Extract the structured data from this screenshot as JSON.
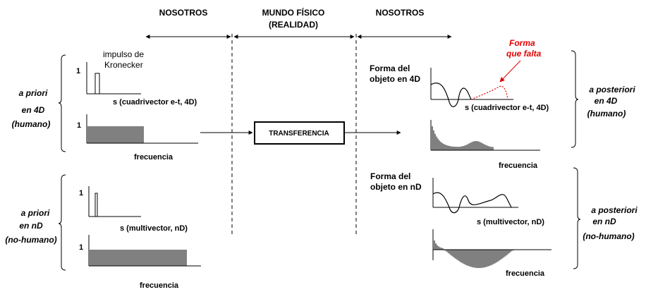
{
  "header": {
    "left": "NOSOTROS",
    "center_line1": "MUNDO FÍSICO",
    "center_line2": "(REALIDAD)",
    "right": "NOSOTROS"
  },
  "left_top": {
    "side_label_1": "a priori",
    "side_label_2": "en 4D",
    "side_label_3": "(humano)",
    "impulse_label_1": "impulso de",
    "impulse_label_2": "Kronecker",
    "plot1_ytick": "1",
    "plot1_xlabel": "s (cuadrivector e-t, 4D)",
    "plot2_ytick": "1",
    "plot2_xlabel": "frecuencia"
  },
  "left_bottom": {
    "side_label_1": "a priori",
    "side_label_2": "en nD",
    "side_label_3": "(no-humano)",
    "plot1_ytick": "1",
    "plot1_xlabel": "s (multivector, nD)",
    "plot2_ytick": "1",
    "plot2_xlabel": "frecuencia"
  },
  "center": {
    "box_label": "TRANSFERENCIA"
  },
  "right_top": {
    "shape_label_1": "Forma del",
    "shape_label_2": "objeto en 4D",
    "missing_label_1": "Forma",
    "missing_label_2": "que falta",
    "plot1_xlabel": "s (cuadrivector e-t, 4D)",
    "plot2_xlabel": "frecuencia",
    "side_label_1": "a posteriori",
    "side_label_2": "en 4D",
    "side_label_3": "(humano)"
  },
  "right_bottom": {
    "shape_label_1": "Forma del",
    "shape_label_2": "objeto en nD",
    "plot1_xlabel": "s (multivector, nD)",
    "plot2_xlabel": "frecuencia",
    "side_label_1": "a posteriori",
    "side_label_2": "en nD",
    "side_label_3": "(no-humano)"
  },
  "colors": {
    "ink": "#000000",
    "accent_red": "#e00000"
  }
}
